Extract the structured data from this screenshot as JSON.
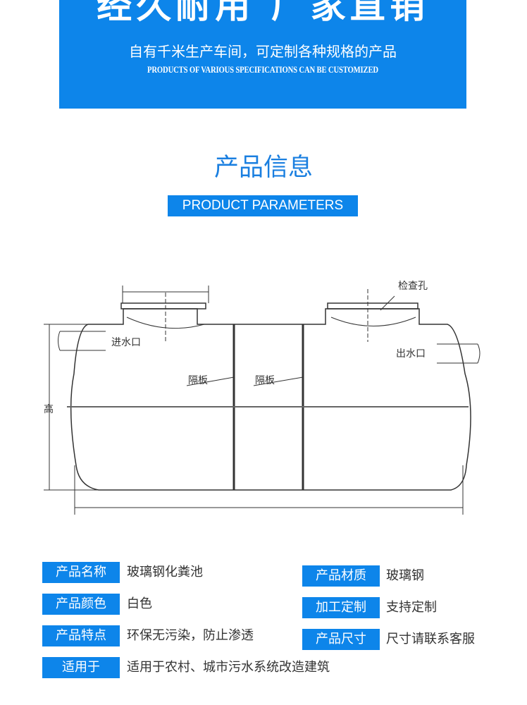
{
  "banner": {
    "headline": "经久耐用 厂家直销",
    "subtitle": "自有千米生产车间，可定制各种规格的产品",
    "english": "PRODUCTS OF VARIOUS SPECIFICATIONS CAN BE CUSTOMIZED"
  },
  "section": {
    "title": "产品信息",
    "badge": "PRODUCT PARAMETERS"
  },
  "diagram": {
    "inspection": "检查孔",
    "inlet": "进水口",
    "outlet": "出水口",
    "partition1": "隔板",
    "partition2": "隔板",
    "height": "高"
  },
  "params": {
    "left": [
      {
        "label": "产品名称",
        "value": "玻璃钢化粪池"
      },
      {
        "label": "产品颜色",
        "value": "白色"
      },
      {
        "label": "产品特点",
        "value": "环保无污染，防止渗透"
      },
      {
        "label": "适用于",
        "value": "适用于农村、城市污水系统改造建筑"
      }
    ],
    "right": [
      {
        "label": "产品材质",
        "value": "玻璃钢"
      },
      {
        "label": "加工定制",
        "value": "支持定制"
      },
      {
        "label": "产品尺寸",
        "value": "尺寸请联系客服"
      }
    ]
  },
  "colors": {
    "accent": "#0d85ea"
  }
}
